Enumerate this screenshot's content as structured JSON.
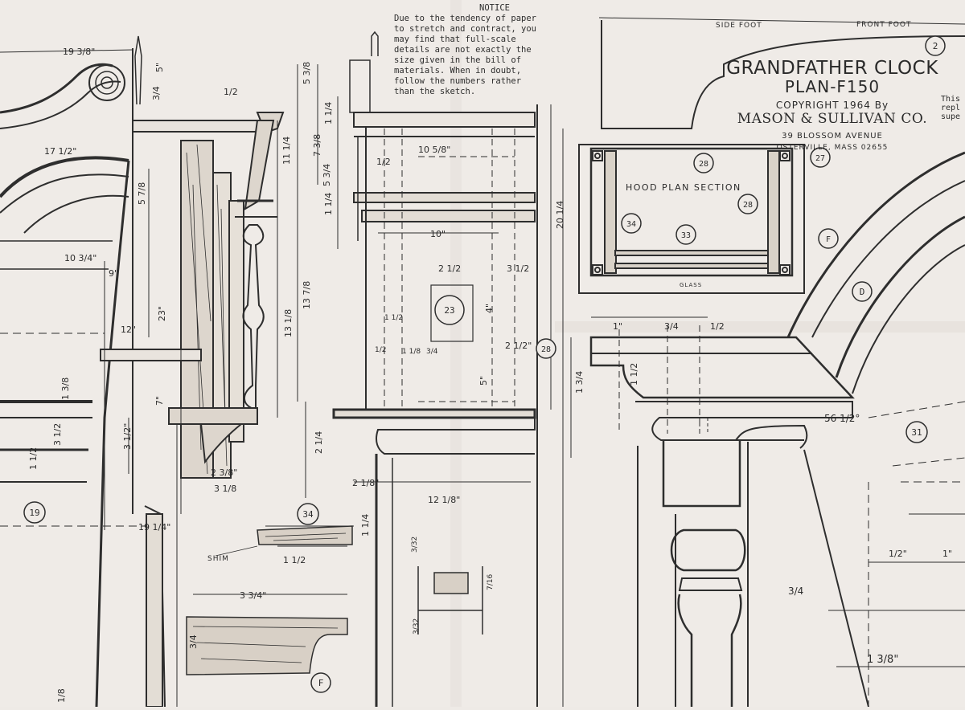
{
  "title_block": {
    "line1": "GRANDFATHER CLOCK",
    "line2": "PLAN-F150",
    "line3": "COPYRIGHT 1964 By",
    "line4": "MASON & SULLIVAN CO.",
    "line5": "39 BLOSSOM AVENUE",
    "line6": "OSTERVILLE, MASS 02655"
  },
  "notice": {
    "heading": "NOTICE",
    "lines": [
      "Due to the tendency of paper",
      "to stretch and contract, you",
      "may find that full-scale",
      "details are not exactly the",
      "size given in the bill of",
      "materials. When in doubt,",
      "follow the numbers rather",
      "than the sketch."
    ],
    "cut_lines": [
      "This",
      "repl",
      "supe"
    ]
  },
  "foot_template": {
    "side_label": "SIDE FOOT",
    "front_label": "FRONT FOOT",
    "part": "2"
  },
  "hood_section": {
    "label": "HOOD PLAN SECTION",
    "glass_label": "GLASS",
    "parts": [
      "28",
      "27",
      "28",
      "34",
      "33",
      "F"
    ]
  },
  "part_callouts": [
    "19",
    "34",
    "23",
    "28",
    "D",
    "31",
    "F"
  ],
  "dimensions": {
    "d01": "19 3/8\"",
    "d02": "5\"",
    "d03": "3/4",
    "d04": "1/2",
    "d05": "17 1/2\"",
    "d06": "5 7/8",
    "d07": "10 3/4\"",
    "d08": "9\"",
    "d09": "12\"",
    "d10": "23\"",
    "d11": "7\"",
    "d12": "1 3/8",
    "d13": "3 1/2",
    "d14": "1 1/2",
    "d15": "3 1/2\"",
    "d16": "2 3/8\"",
    "d17": "3 1/8",
    "d18": "19 1/4\"",
    "d19": "5 3/8",
    "d20": "1 1/4",
    "d21": "11 1/4",
    "d22": "7 3/8",
    "d23": "5 3/4",
    "d24": "1 1/4",
    "d25": "13 1/8",
    "d26": "13 7/8",
    "d27": "2 1/4",
    "d28": "2 1/8\"",
    "d29": "10 5/8\"",
    "d30": "1/2",
    "d31": "10\"",
    "d32": "2 1/2",
    "d33": "3 1/2",
    "d34": "4\"",
    "d35": "5\"",
    "d36": "2 1/2\"",
    "d37": "1 1/2",
    "d38": "1 1/8",
    "d39": "3/4",
    "d40": "1/2",
    "d41": "20 1/4",
    "d42": "12 1/8\"",
    "d43": "1 1/4",
    "d44": "1 1/2",
    "d45": "3 3/4\"",
    "d46": "3/4",
    "d47": "3/32",
    "d48": "7/16",
    "d49": "3/32",
    "d50": "3/4",
    "d51": "1/2",
    "d52": "1\"",
    "d53": "1 3/4",
    "d54": "1 1/2",
    "d55": "56 1/2°",
    "d56": "1/2\"",
    "d57": "1\"",
    "d58": "3/4",
    "d59": "1 3/8\"",
    "d60": "1/8"
  },
  "labels": {
    "shim": "SHIM"
  }
}
